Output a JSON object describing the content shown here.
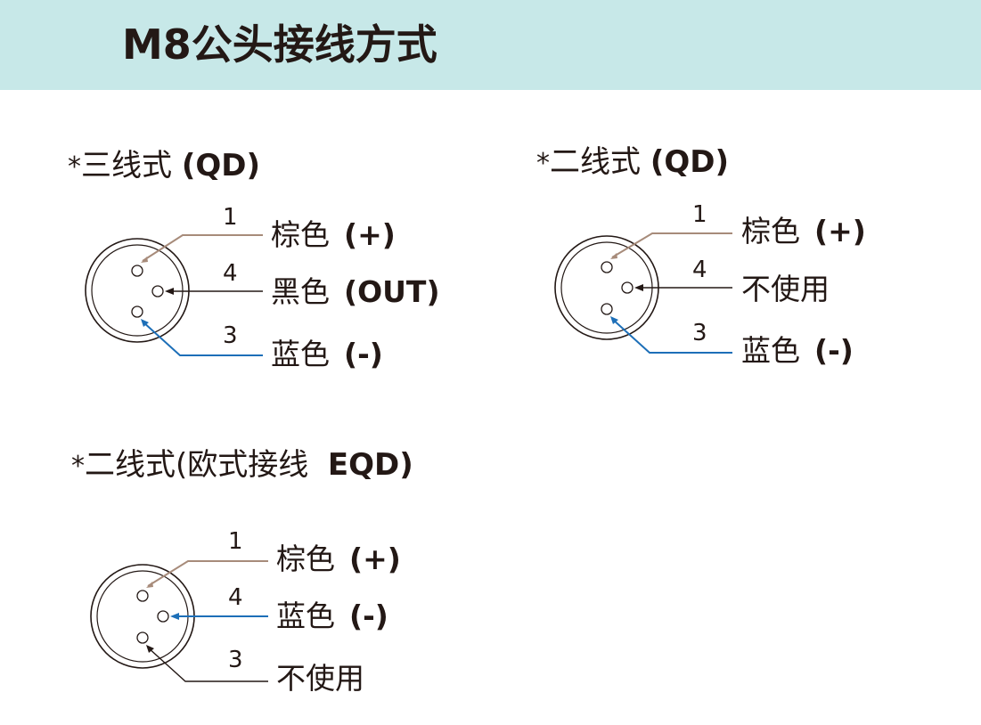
{
  "header": {
    "title": "M8公头接线方式"
  },
  "diagrams": [
    {
      "title_prefix": "*",
      "title": "三线式",
      "title_code": "(QD)",
      "pins": [
        {
          "number": "1",
          "color_name": "棕色",
          "code": "(+)",
          "wire_color": "#a78b7a"
        },
        {
          "number": "4",
          "color_name": "黑色",
          "code": "(OUT)",
          "wire_color": "#231815"
        },
        {
          "number": "3",
          "color_name": "蓝色",
          "code": "(-)",
          "wire_color": "#1d6fb8"
        }
      ]
    },
    {
      "title_prefix": "*",
      "title": "二线式",
      "title_code": "(QD)",
      "pins": [
        {
          "number": "1",
          "color_name": "棕色",
          "code": "(+)",
          "wire_color": "#a78b7a"
        },
        {
          "number": "4",
          "color_name": "不使用",
          "code": "",
          "wire_color": "#231815"
        },
        {
          "number": "3",
          "color_name": "蓝色",
          "code": "(-)",
          "wire_color": "#1d6fb8"
        }
      ]
    },
    {
      "title_prefix": "*",
      "title": "二线式(欧式接线",
      "title_code": "EQD)",
      "pins": [
        {
          "number": "1",
          "color_name": "棕色",
          "code": "(+)",
          "wire_color": "#a78b7a"
        },
        {
          "number": "4",
          "color_name": "蓝色",
          "code": "(-)",
          "wire_color": "#1d6fb8"
        },
        {
          "number": "3",
          "color_name": "不使用",
          "code": "",
          "wire_color": "#231815"
        }
      ]
    }
  ]
}
